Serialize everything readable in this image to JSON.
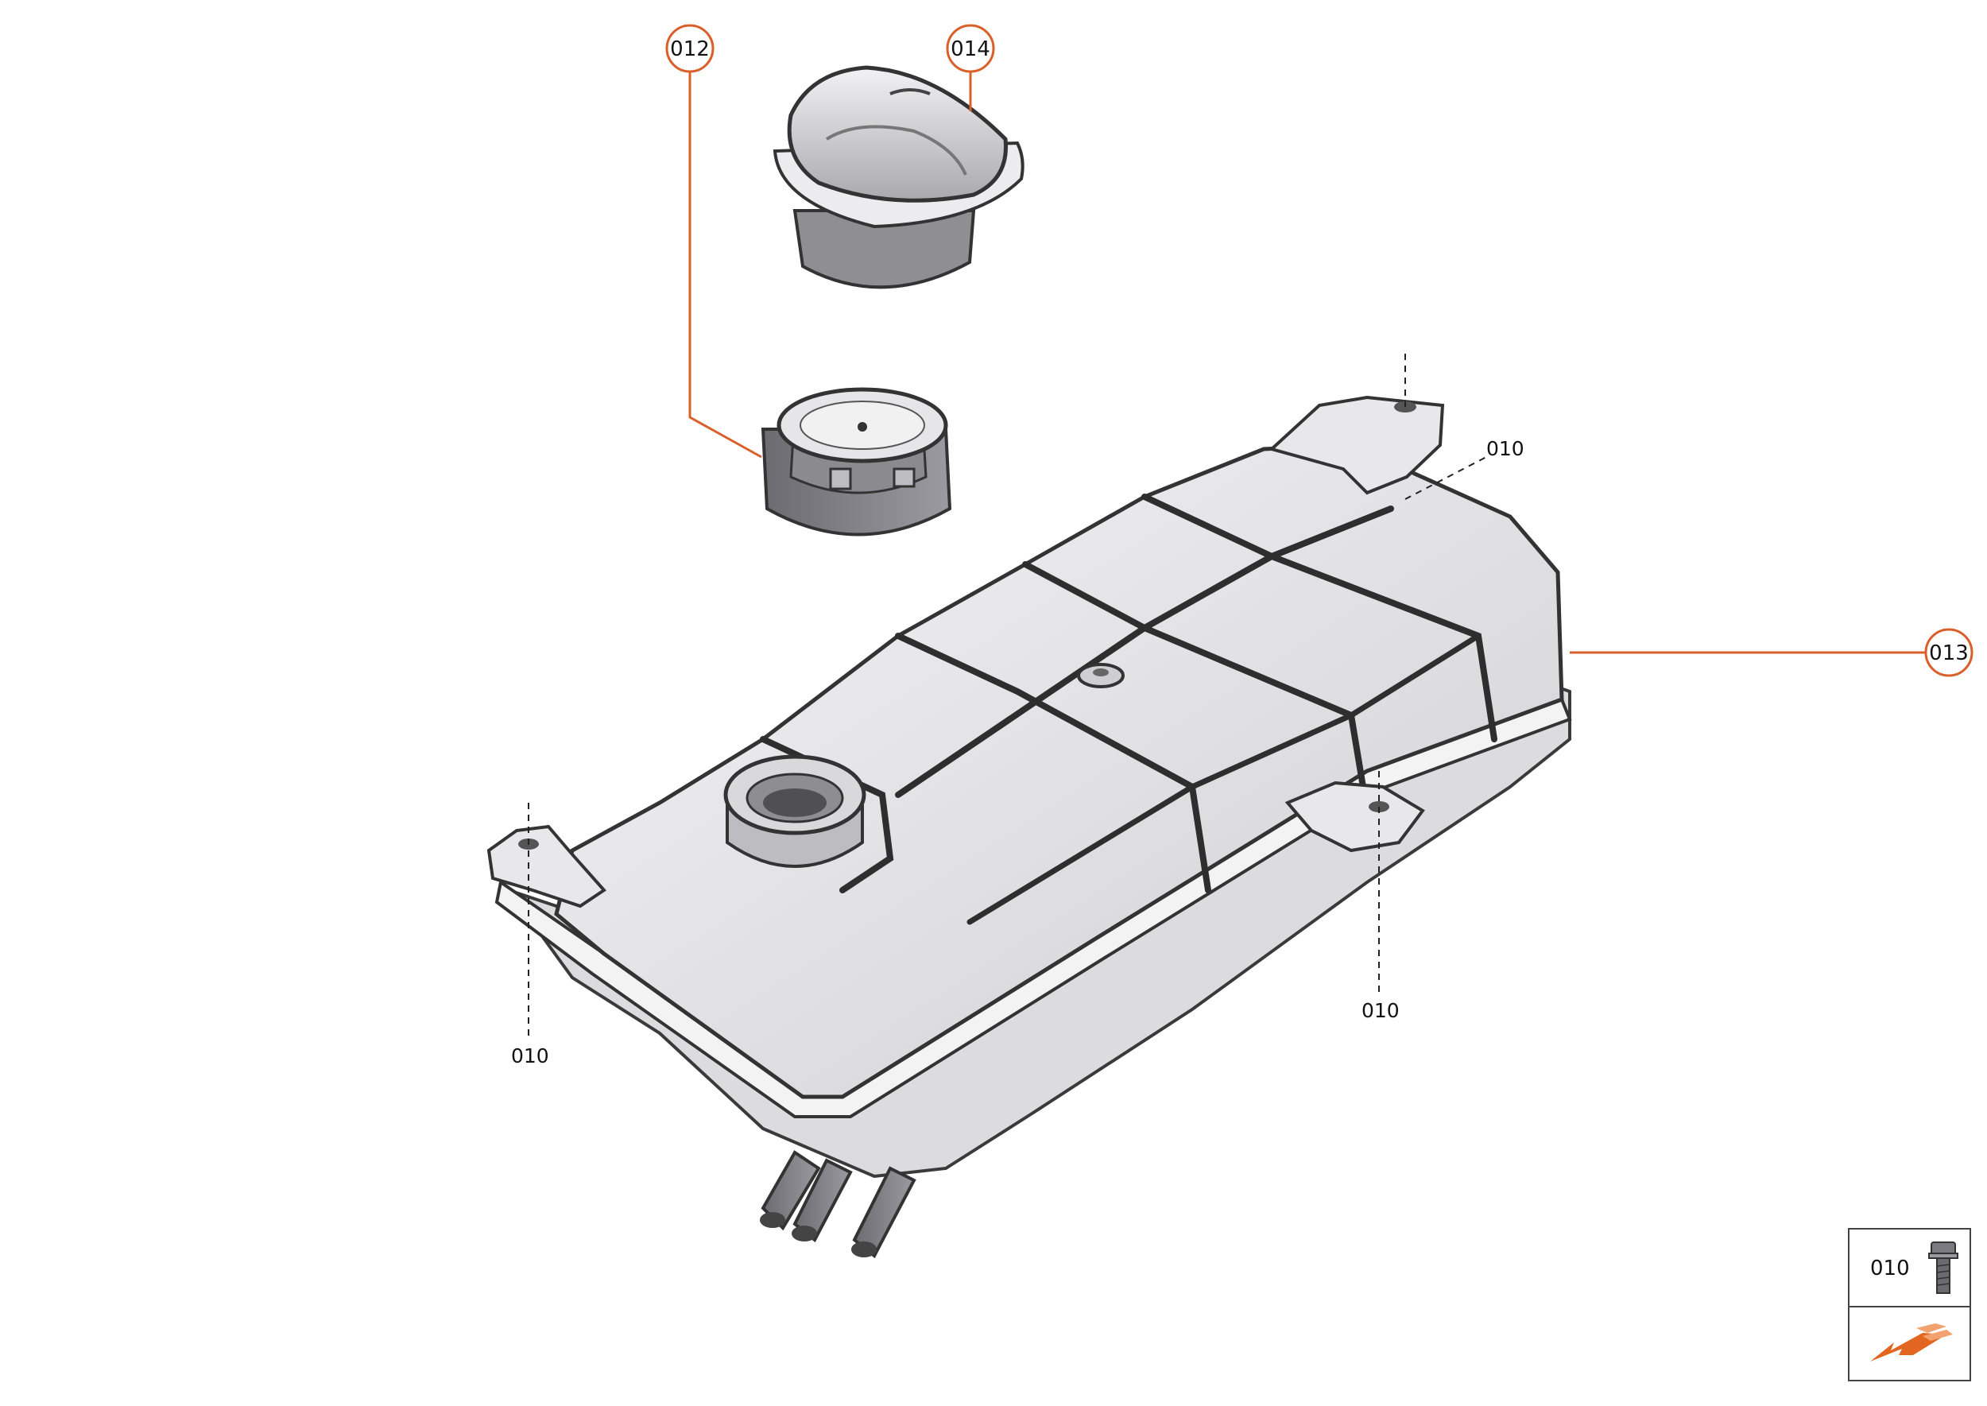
{
  "callouts": {
    "c012": "012",
    "c014": "014",
    "c013": "013"
  },
  "fastener_labels": {
    "top_right": "010",
    "middle_right": "010",
    "bottom_left": "010"
  },
  "legend": {
    "item_number": "010",
    "item_icon": "bolt-icon",
    "direction_icon": "orientation-arrow-icon"
  },
  "colors": {
    "callout_accent": "#d9602a",
    "drawing_line": "#333333",
    "shading": "#e4e4e6"
  }
}
